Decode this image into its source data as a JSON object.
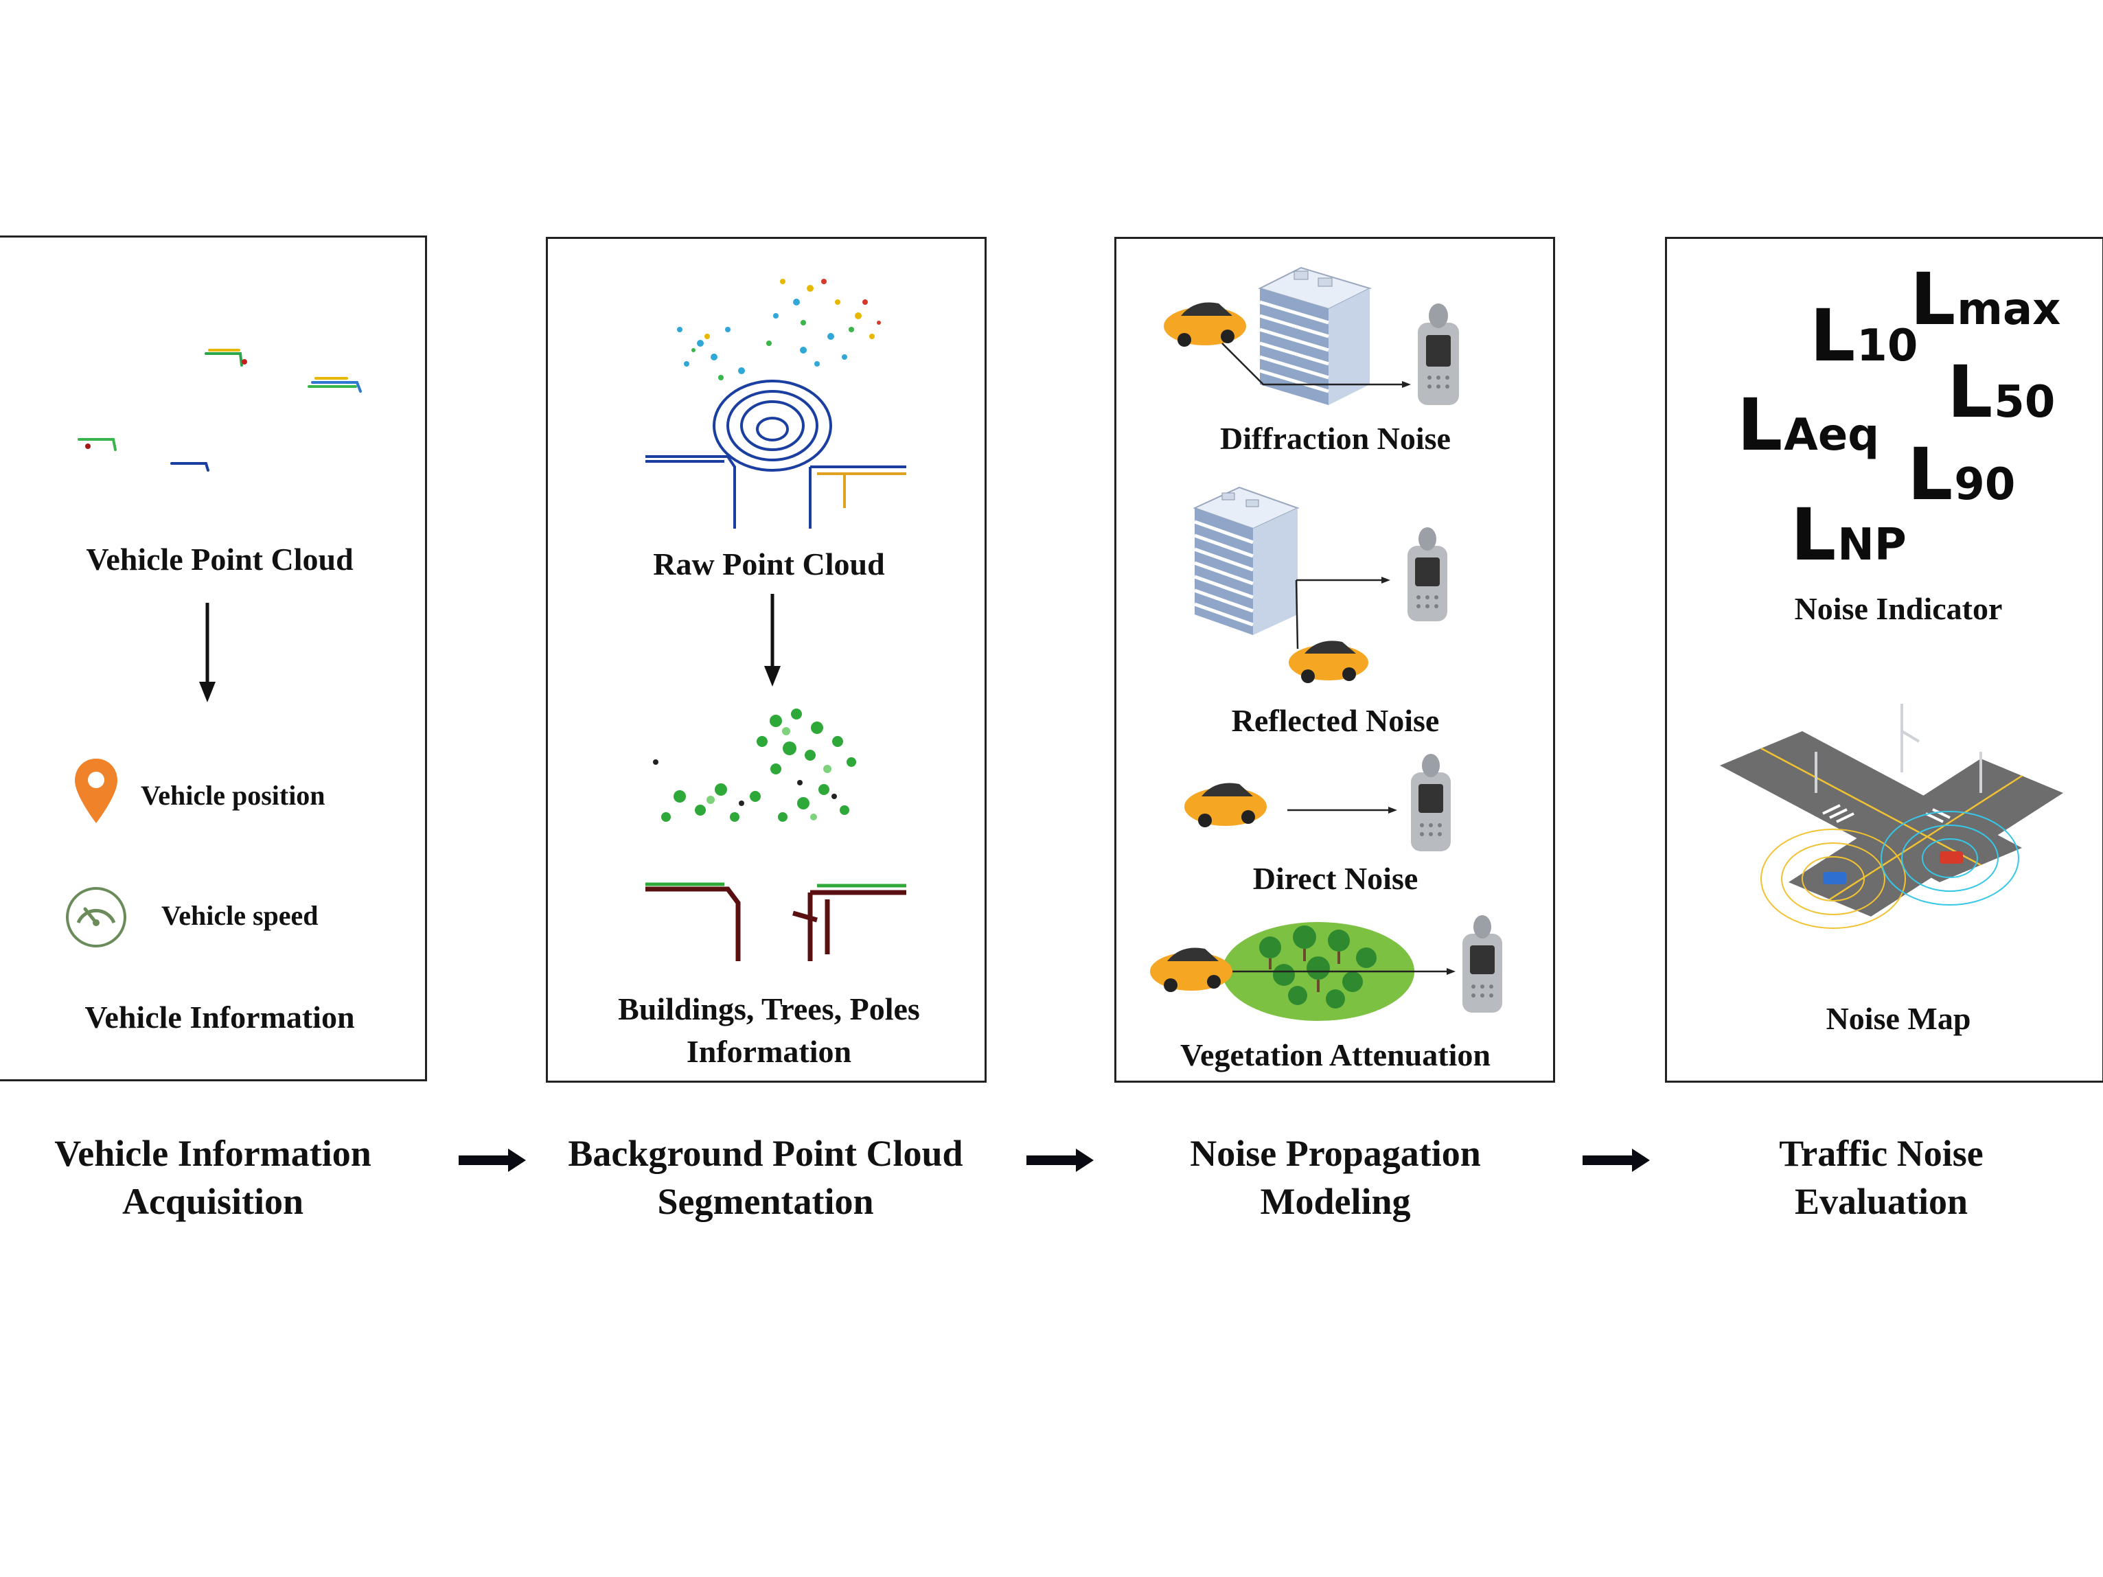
{
  "panel1": {
    "point_cloud_label": "Vehicle Point Cloud",
    "position_label": "Vehicle position",
    "speed_label": "Vehicle speed",
    "info_label": "Vehicle Information"
  },
  "panel2": {
    "raw_label": "Raw Point Cloud",
    "segmented_label_line1": "Buildings, Trees, Poles",
    "segmented_label_line2": "Information"
  },
  "panel3": {
    "diffraction_label": "Diffraction Noise",
    "reflected_label": "Reflected Noise",
    "direct_label": "Direct Noise",
    "vegetation_label": "Vegetation Attenuation"
  },
  "panel4": {
    "indicators": [
      {
        "base": "L",
        "sub": "max"
      },
      {
        "base": "L",
        "sub": "10"
      },
      {
        "base": "L",
        "sub": "50"
      },
      {
        "base": "L",
        "sub": "Aeq"
      },
      {
        "base": "L",
        "sub": "90"
      },
      {
        "base": "L",
        "sub": "NP"
      }
    ],
    "indicator_label": "Noise Indicator",
    "map_label": "Noise Map"
  },
  "stages": [
    {
      "line1": "Vehicle Information",
      "line2": "Acquisition"
    },
    {
      "line1": "Background Point Cloud",
      "line2": "Segmentation"
    },
    {
      "line1": "Noise Propagation",
      "line2": "Modeling"
    },
    {
      "line1": "Traffic Noise",
      "line2": "Evaluation"
    }
  ],
  "colors": {
    "car": "#f5a623",
    "pin": "#f0832a",
    "gauge": "#6b8c5a",
    "tree_green": "#2fa83a",
    "trunk": "#5a1010",
    "building": "#8fa6c8",
    "road": "#6d6d6d",
    "cloud_blue": "#1a3fa0"
  }
}
